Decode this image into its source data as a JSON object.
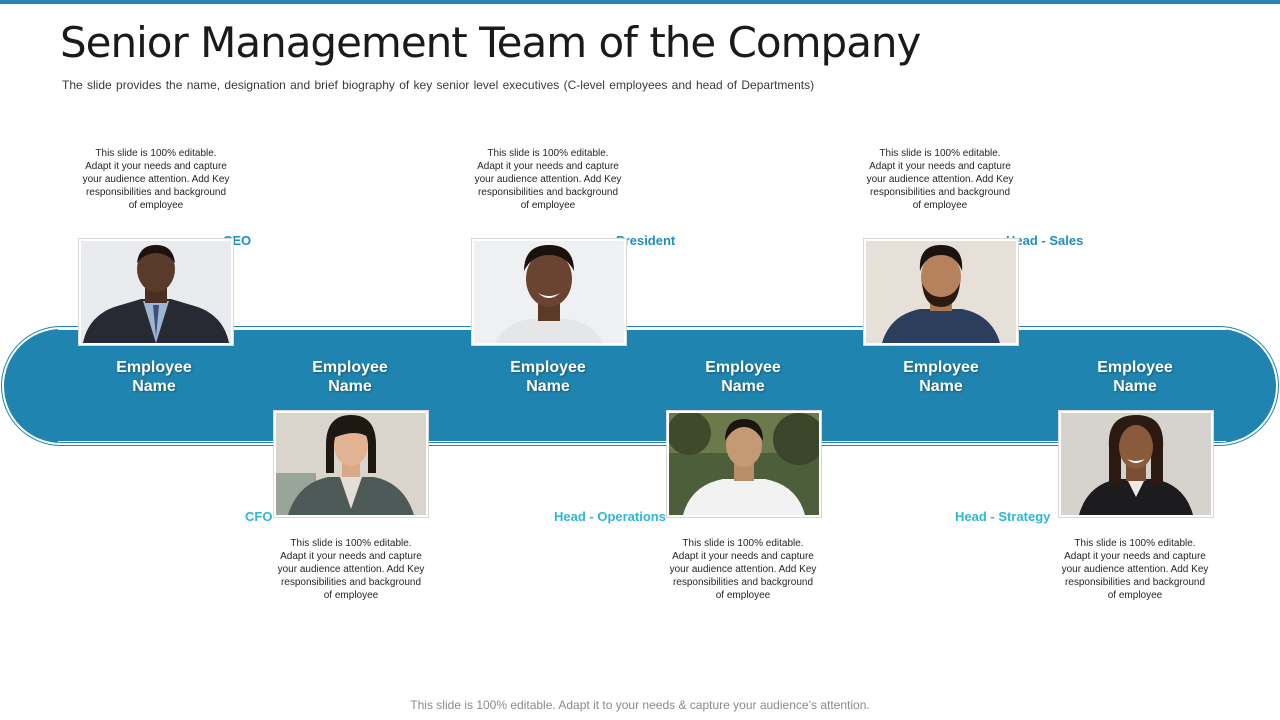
{
  "slide": {
    "title": "Senior Management Team of the Company",
    "subtitle": "The slide provides the name, designation and brief biography of key senior level executives (C-level  employees and head of Departments)",
    "footer": "This slide is 100% editable. Adapt it to your needs & capture your audience’s attention."
  },
  "employees": [
    {
      "name_line1": "Employee",
      "name_line2": "Name",
      "role": "CEO",
      "bio": [
        "This slide is 100% editable.",
        "Adapt it your needs and capture",
        "your audience attention.  Add Key",
        "responsibilities and background",
        "of employee"
      ],
      "photo_icon": "person-photo"
    },
    {
      "name_line1": "Employee",
      "name_line2": "Name",
      "role": "CFO",
      "bio": [
        "This slide is 100% editable.",
        "Adapt it your needs and capture",
        "your audience attention.  Add Key",
        "responsibilities and background",
        "of employee"
      ],
      "photo_icon": "person-photo"
    },
    {
      "name_line1": "Employee",
      "name_line2": "Name",
      "role": "President",
      "bio": [
        "This slide is 100% editable.",
        "Adapt it your needs and capture",
        "your audience attention.  Add Key",
        "responsibilities and background",
        "of employee"
      ],
      "photo_icon": "person-photo"
    },
    {
      "name_line1": "Employee",
      "name_line2": "Name",
      "role": "Head - Operations",
      "bio": [
        "This slide is 100% editable.",
        "Adapt it your needs and capture",
        "your audience attention.  Add Key",
        "responsibilities and background",
        "of employee"
      ],
      "photo_icon": "person-photo"
    },
    {
      "name_line1": "Employee",
      "name_line2": "Name",
      "role": "Head - Sales",
      "bio": [
        "This slide is 100% editable.",
        "Adapt it your needs and capture",
        "your audience attention.  Add Key",
        "responsibilities and background",
        "of employee"
      ],
      "photo_icon": "person-photo"
    },
    {
      "name_line1": "Employee",
      "name_line2": "Name",
      "role": "Head - Strategy",
      "bio": [
        "This slide is 100% editable.",
        "Adapt it your needs and capture",
        "your audience attention.  Add Key",
        "responsibilities and background",
        "of employee"
      ],
      "photo_icon": "person-photo"
    }
  ],
  "colors": {
    "accent": "#1f85b0",
    "role_above": "#1f8fbf",
    "role_below": "#2eb6d8",
    "top_bar": "#2a86b5"
  }
}
